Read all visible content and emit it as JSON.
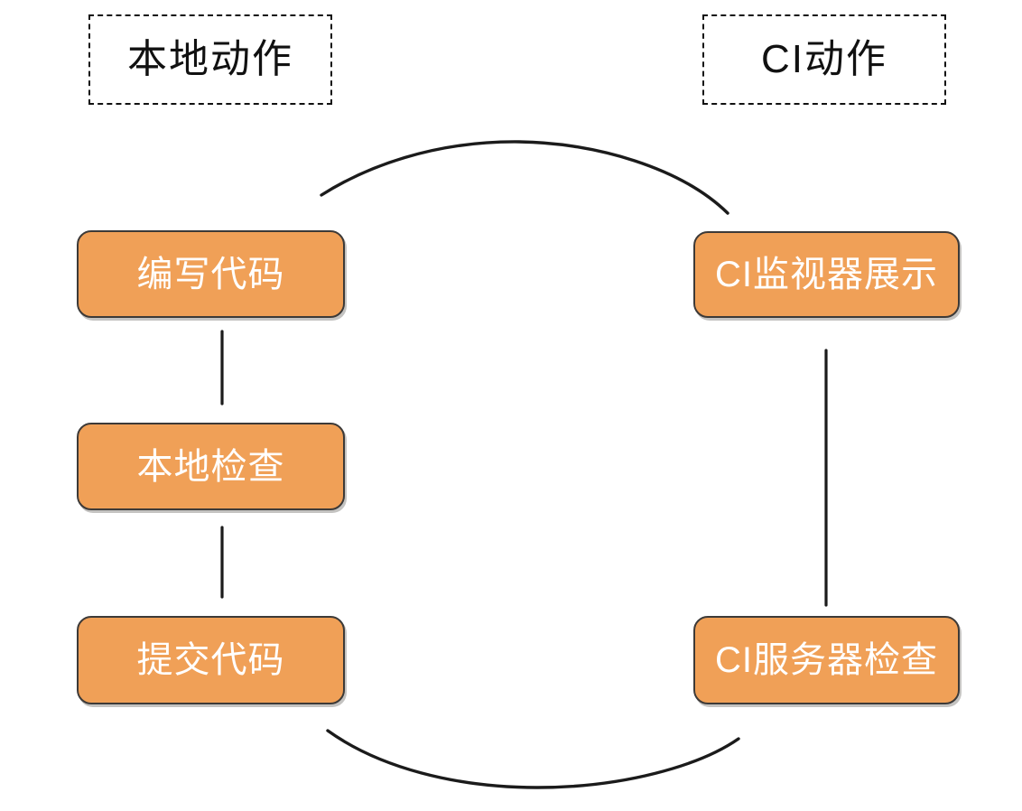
{
  "diagram": {
    "title_left": "本地动作",
    "title_right": "CI动作",
    "colors": {
      "node_fill": "#F0A057",
      "node_border": "#3d3a38",
      "node_text": "#ffffff",
      "arrow": "#1b1b1b",
      "header_border": "#111111",
      "background": "#ffffff"
    },
    "lanes": [
      {
        "name": "local",
        "header": "本地动作",
        "nodes": [
          {
            "id": "write-code",
            "label": "编写代码"
          },
          {
            "id": "local-check",
            "label": "本地检查"
          },
          {
            "id": "commit-code",
            "label": "提交代码"
          }
        ]
      },
      {
        "name": "ci",
        "header": "CI动作",
        "nodes": [
          {
            "id": "ci-monitor",
            "label": "CI监视器展示"
          },
          {
            "id": "ci-server",
            "label": "CI服务器检查"
          }
        ]
      }
    ],
    "edges": [
      {
        "id": "write-to-check",
        "from": "编写代码",
        "to": "本地检查",
        "style": "straight-down"
      },
      {
        "id": "check-to-commit",
        "from": "本地检查",
        "to": "提交代码",
        "style": "straight-down"
      },
      {
        "id": "commit-to-server",
        "from": "提交代码",
        "to": "CI服务器检查",
        "style": "curve-bottom"
      },
      {
        "id": "server-to-monitor",
        "from": "CI服务器检查",
        "to": "CI监视器展示",
        "style": "straight-up"
      },
      {
        "id": "monitor-to-write",
        "from": "CI监视器展示",
        "to": "编写代码",
        "style": "curve-top"
      }
    ]
  }
}
